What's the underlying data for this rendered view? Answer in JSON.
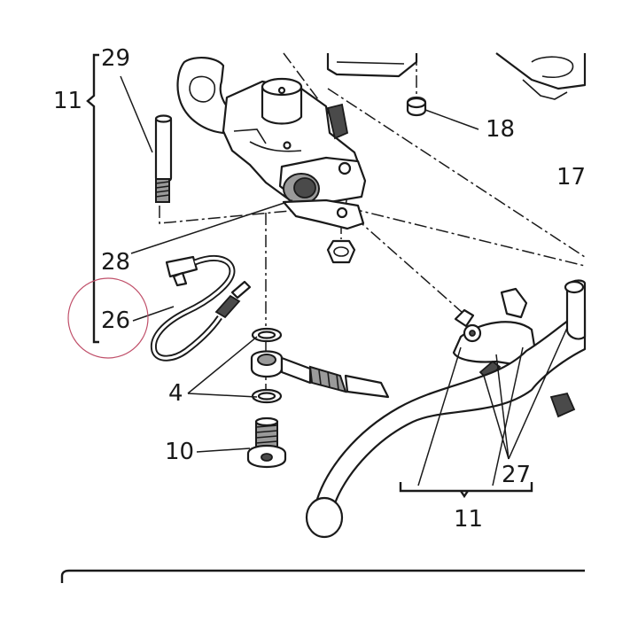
{
  "callouts": {
    "c29": "29",
    "c11_group": "11",
    "c18": "18",
    "c17": "17",
    "c28": "28",
    "c26": "26",
    "c4": "4",
    "c10": "10",
    "c27": "27",
    "c11_lever": "11"
  },
  "highlight": {
    "target": "26",
    "color": "#c0506a"
  }
}
